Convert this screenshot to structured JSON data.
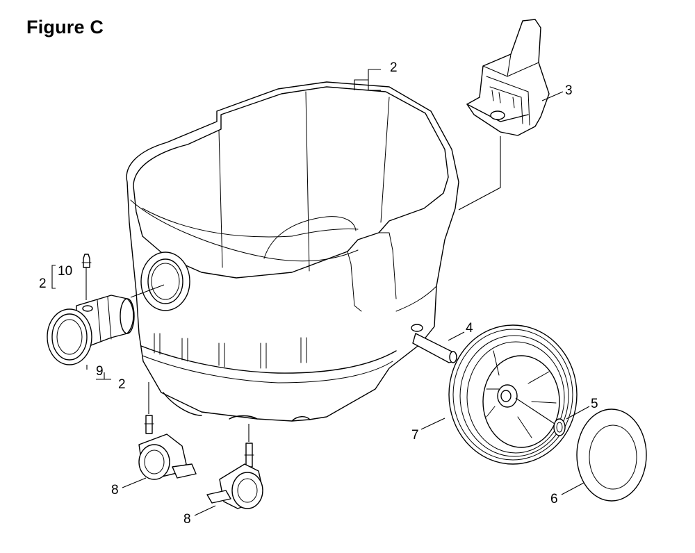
{
  "title": "Figure C",
  "callouts": {
    "c2_top": "2",
    "c3": "3",
    "c10": "10",
    "c2_left": "2",
    "c4": "4",
    "c9": "9",
    "c2_bottom": "2",
    "c5": "5",
    "c7": "7",
    "c8_left": "8",
    "c6": "6",
    "c8_bottom": "8"
  }
}
